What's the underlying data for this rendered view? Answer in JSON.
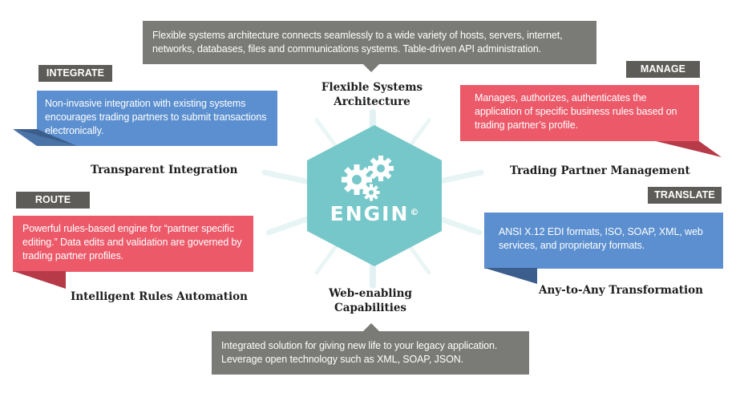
{
  "colors": {
    "blue": "#5b8fcf",
    "red": "#ec5a6a",
    "gray_box": "#7a7a76",
    "tag": "#5d5c58",
    "hub": "#76c7c9",
    "gears": "#ffffff"
  },
  "hub": {
    "name": "ENGIN",
    "mark": "©",
    "icon": "gears-icon"
  },
  "top": {
    "description": "Flexible systems architecture connects seamlessly to a wide variety of hosts, servers, internet, networks, databases, files and communications systems. Table-driven API administration.",
    "heading_line1": "Flexible Systems",
    "heading_line2": "Architecture"
  },
  "integrate": {
    "tag": "INTEGRATE",
    "description": "Non-invasive integration with existing systems encourages trading partners to submit transactions electronically.",
    "heading": "Transparent Integration"
  },
  "manage": {
    "tag": "MANAGE",
    "description": "Manages, authorizes, authenticates the application of specific business rules based on trading partner’s profile.",
    "heading": "Trading Partner Management"
  },
  "route": {
    "tag": "ROUTE",
    "description": "Powerful rules-based engine for “partner specific editing.” Data edits and validation are governed by trading partner profiles.",
    "heading": "Intelligent Rules Automation"
  },
  "translate": {
    "tag": "TRANSLATE",
    "description": "ANSI X.12 EDI formats, ISO, SOAP, XML, web services, and proprietary formats.",
    "heading": "Any-to-Any Transformation"
  },
  "bottom": {
    "heading_line1": "Web-enabling",
    "heading_line2": "Capabilities",
    "description": "Integrated solution for giving new life to your legacy application. Leverage open technology such as XML, SOAP, JSON."
  }
}
